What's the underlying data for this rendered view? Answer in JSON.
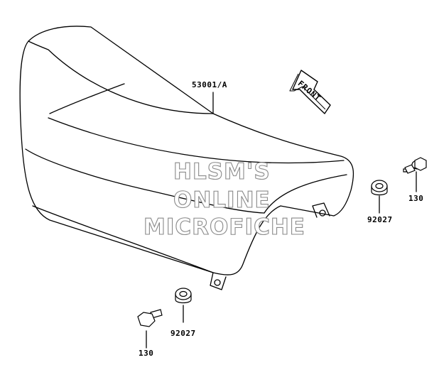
{
  "labels": {
    "seat": "53001/A",
    "collar_right": "92027",
    "bolt_right": "130",
    "collar_left": "92027",
    "bolt_left": "130"
  },
  "front_arrow": {
    "text": "FRONT"
  },
  "watermark": {
    "line1": "HLSM'S",
    "line2": "ONLINE",
    "line3": "MICROFICHE"
  }
}
